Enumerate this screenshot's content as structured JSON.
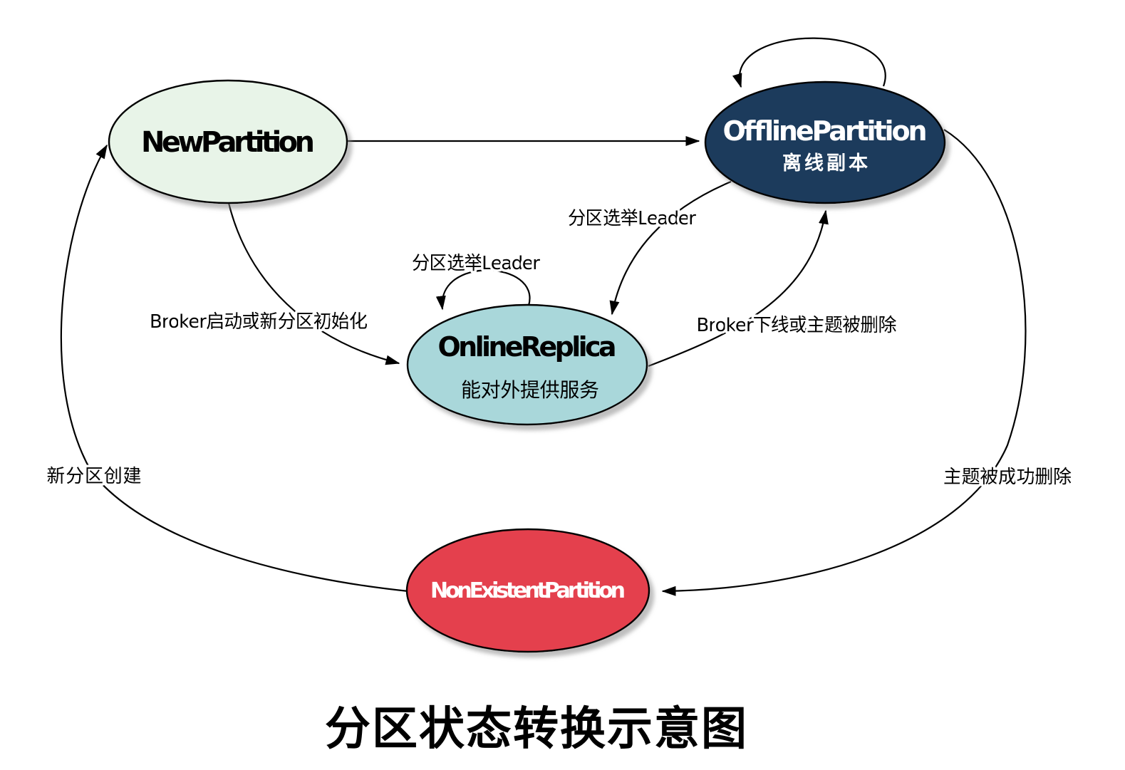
{
  "title": "分区状态转换示意图",
  "colors": {
    "background": "#ffffff",
    "edge_stroke": "#000000",
    "new_partition_fill": "#e8f4e8",
    "offline_partition_fill": "#1f3a5c",
    "online_replica_fill": "#a9d7da",
    "nonexistent_partition_fill": "#e4414e",
    "node_text_dark": "#000000",
    "node_text_light": "#ffffff"
  },
  "nodes": [
    {
      "id": "new-partition",
      "label": "NewPartition",
      "sublabel": ""
    },
    {
      "id": "offline-partition",
      "label": "OfflinePartition",
      "sublabel": "离线副本"
    },
    {
      "id": "online-replica",
      "label": "OnlineReplica",
      "sublabel": "能对外提供服务"
    },
    {
      "id": "nonexistent-partition",
      "label": "NonExistentPartition",
      "sublabel": ""
    }
  ],
  "edge_labels": {
    "new_to_online": "Broker启动或新分区初始化",
    "online_self_loop": "分区选举Leader",
    "offline_to_online": "分区选举Leader",
    "online_to_offline": "Broker下线或主题被删除",
    "nonexistent_to_new": "新分区创建",
    "offline_to_nonexistent": "主题被成功删除"
  }
}
